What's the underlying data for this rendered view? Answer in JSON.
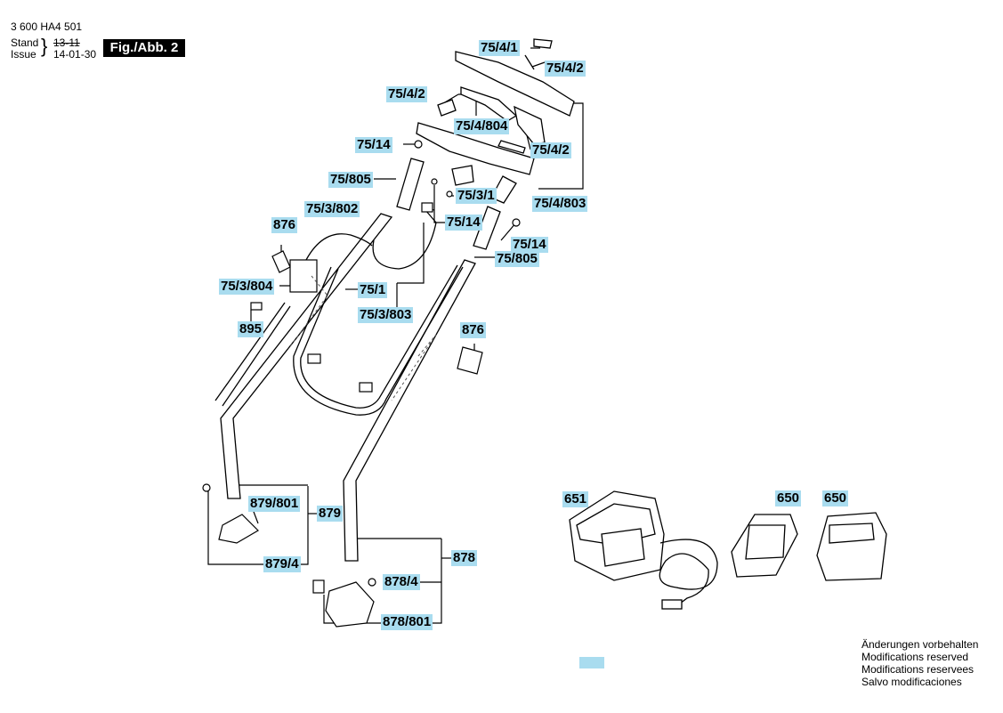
{
  "header": {
    "doc_number": "3 600 HA4 501",
    "stand_label": "Stand",
    "issue_label": "Issue",
    "old_date": "13-11",
    "new_date": "14-01-30",
    "figure_label": "Fig./Abb. 2"
  },
  "labels": {
    "l1": "75/4/1",
    "l2": "75/4/2",
    "l3": "75/4/2",
    "l4": "75/4/804",
    "l5": "75/14",
    "l6": "75/4/2",
    "l7": "75/805",
    "l8": "75/3/1",
    "l9": "75/4/803",
    "l10": "75/3/802",
    "l11": "75/14",
    "l12": "876",
    "l13": "75/14",
    "l14": "75/805",
    "l15": "75/3/804",
    "l16": "75/1",
    "l17": "75/3/803",
    "l18": "895",
    "l19": "876",
    "l20": "651",
    "l21": "650",
    "l22": "650",
    "l23": "879/801",
    "l24": "879",
    "l25": "879/4",
    "l26": "878",
    "l27": "878/4",
    "l28": "878/801"
  },
  "notes": {
    "de": "Änderungen vorbehalten",
    "en": "Modifications reserved",
    "fr": "Modifications reservees",
    "it": "Salvo modificaciones"
  },
  "colors": {
    "label_bg": "#a9dcef",
    "line": "#000000"
  }
}
